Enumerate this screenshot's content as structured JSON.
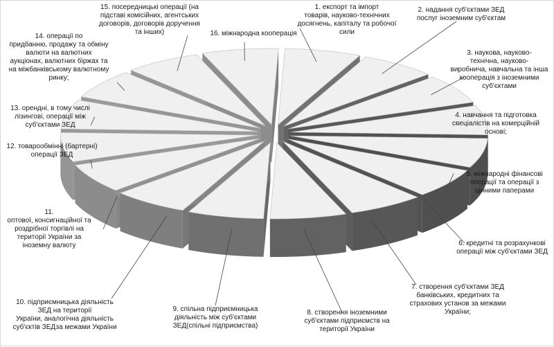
{
  "chart_data": {
    "type": "pie",
    "style": "3d-exploded",
    "start_label_position": "top-right",
    "direction": "clockwise",
    "values": [
      1,
      1,
      1,
      1,
      1,
      1,
      1,
      1,
      1,
      1,
      1,
      1,
      1,
      1,
      1,
      1
    ],
    "categories": [
      "1. експорт та імпорт товарів, науково-технічних досягнень, капіталу та робочої сили",
      "2. надання суб'єктами ЗЕД послуг іноземним суб'єктам",
      "3. наукова, науково-технічна, науково-виробнича, навчальна та інша кооперація з іноземними суб'єктами",
      "4. навчання та підготовка спеціалістів на комерційній основі;",
      "5. міжнародні фінансові операції та операції з цінними паперами",
      "6. кредитні та розрахункові операції між суб'єктами ЗЕД",
      "7. створення суб'єктами ЗЕД банківських, кредитних та страхових установ за межами України;",
      "8. створення іноземними суб'єктами підприємств на території України",
      "9. спільна підприємницька діяльність між суб'єктами ЗЕД(спільні підприємства)",
      "10. підприємницька діяльність ЗЕД на території України, аналогічна діяльність суб'єктів ЗЕДза межами України",
      "11. оптової, консигнаційної та роздрібної торгівлі на території України за іноземну валюту",
      "12. товарообмінні (бартерні) операції ЗЕД",
      "13. орендні, в тому числі лізингові, операції між суб'єктами ЗЕД",
      "14. операції по придбанню, продажу та обміну валюти на валютних аукціонах, валютних біржах та на міжбанківському валютному ринку;",
      "15. посередницькі операції (на підставі комісійних, агентських договорів, договорів доручення та інших)",
      "16. міжнародна кооперація"
    ],
    "label_lines": [
      "1. експорт та імпорт\nтоварів, науково-технічних\nдосягнень, капіталу та робочої\nсили",
      "2. надання суб'єктами ЗЕД\nпослуг іноземним суб'єктам",
      "3. наукова, науково-\nтехнічна, науково-\nвиробнича, навчальна та інша\nкооперація з іноземними\nсуб'єктами",
      "4. навчання та підготовка\nспеціалістів на комерційній\nоснові;",
      "5. міжнародні фінансові\nоперації та операції з\nцінними паперами",
      "6. кредитні та розрахункові\nоперації між суб'єктами ЗЕД",
      "7. створення суб'єктами ЗЕД\nбанківських, кредитних та\nстрахових установ за межами\nУкраїни;",
      "8. створення іноземними\nсуб'єктами підприємств на\nтериторії України",
      "9. спільна підприємницька\nдіяльність між суб'єктами\nЗЕД(спільні підприємства)",
      "10. підприємницька діяльність\nЗЕД на території\nУкраїни, аналогічна діяльність\nсуб'єктів ЗЕДза межами України",
      "11.\nоптової, консигнаційної та\nроздрібної торгівлі на\nтериторії України за\nіноземну валюту",
      "12. товарообмінні (бартерні)\nоперації ЗЕД",
      "13. орендні, в тому числі\nлізингові, операції між\nсуб'єктами ЗЕД",
      "14. операції по\nпридбанню, продажу та обміну\nвалюти на валютних\nаукціонах, валютних біржах та\nна міжбанківському валютному\nринку;",
      "15. посередницькі операції (на\nпідставі комісійних, агентських\nдоговорів, договорів доручення\nта інших)",
      "16. міжнародна кооперація"
    ],
    "slice_top_color": "#f0f0f0",
    "slice_edge_color": "#bdbdbd",
    "shadow_light": "#9a9a9a",
    "shadow_dark": "#4f4f4f",
    "leader_color": "#444444"
  }
}
